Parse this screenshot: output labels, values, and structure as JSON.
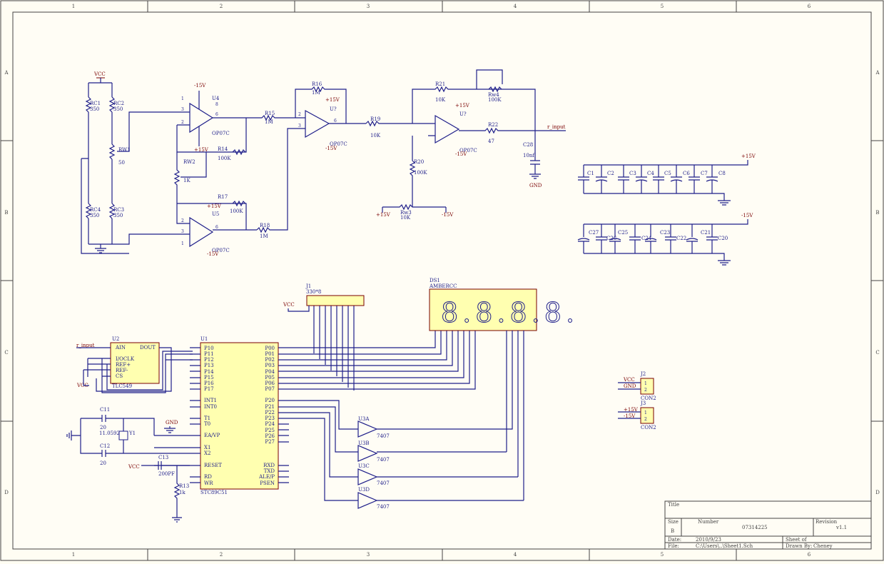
{
  "border": {
    "cols": [
      "1",
      "2",
      "3",
      "4",
      "5",
      "6"
    ],
    "rows": [
      "A",
      "B",
      "C",
      "D"
    ]
  },
  "power": {
    "vcc": "VCC",
    "gnd": "GND",
    "p15": "+15V",
    "m15": "-15V"
  },
  "bridge": {
    "rc1": "RC1",
    "rc2": "RC2",
    "rc3": "RC3",
    "rc4": "RC4",
    "val350": "350",
    "rw1": "RW1",
    "rw1v": "50"
  },
  "amps": {
    "u4": "U4",
    "u5": "U5",
    "u7a": "U?",
    "u7b": "U?",
    "opa": "OP07C",
    "r14": "R14",
    "r14v": "100K",
    "r15": "R15",
    "r15v": "1M",
    "r16": "R16",
    "r16v": "1M",
    "r17": "R17",
    "r17v": "100K",
    "r18": "R18",
    "r18v": "1M",
    "r19": "R19",
    "r19v": "10K",
    "r20": "R20",
    "r20v": "100K",
    "r21": "R21",
    "r21v": "10K",
    "r22": "R22",
    "r22v": "47",
    "rw2": "RW2",
    "rw2v": "1K",
    "rw3": "Rw3",
    "rw3v": "10K",
    "rw4": "Rw4",
    "rw4v": "100K",
    "c28": "C28",
    "c28v": "10nf",
    "rinput": "r_input"
  },
  "caps_top": [
    "C1",
    "C2",
    "C3",
    "C4",
    "C5",
    "C6",
    "C7",
    "C8"
  ],
  "caps_bot": [
    "C27",
    "C26",
    "C25",
    "C24",
    "C23",
    "C22",
    "C21",
    "C20"
  ],
  "adc": {
    "ref": "U2",
    "part": "TLC549",
    "pins": [
      "AIN",
      "I/OCLK",
      "REF+",
      "REF-",
      "CS",
      "DOUT"
    ]
  },
  "mcu": {
    "ref": "U1",
    "part": "STC89C51",
    "left": [
      "P10",
      "P11",
      "P12",
      "P13",
      "P14",
      "P15",
      "P16",
      "P17",
      "INT1",
      "INT0",
      "T1",
      "T0",
      "EA/VP",
      "X1",
      "X2",
      "RESET",
      "RD",
      "WR"
    ],
    "right": [
      "P00",
      "P01",
      "P02",
      "P03",
      "P04",
      "P05",
      "P06",
      "P07",
      "P20",
      "P21",
      "P22",
      "P23",
      "P24",
      "P25",
      "P26",
      "P27",
      "RXD",
      "TXD",
      "ALE/P",
      "PSEN"
    ]
  },
  "rpack": {
    "ref": "J1",
    "val": "330*8"
  },
  "display": {
    "ref": "DS1",
    "part": "AMBERCC",
    "digits": "8.8.8.8."
  },
  "buffers": {
    "refs": [
      "U3A",
      "U3B",
      "U3C",
      "U3D"
    ],
    "part": "7407"
  },
  "crystal": {
    "c11": "C11",
    "c12": "C12",
    "cv": "20",
    "y": "Y1",
    "freq": "11.0592",
    "c13": "C13",
    "c13v": "200PF",
    "r13": "R13",
    "r13v": "1k"
  },
  "conn": {
    "j2": "J2",
    "j3": "J3",
    "con": "CON2",
    "j2a": "VCC",
    "j2b": "GND",
    "j3a": "+15V",
    "j3b": "-15V"
  },
  "title_block": {
    "title_label": "Title",
    "size_label": "Size",
    "size": "B",
    "number_label": "Number",
    "number": "07314225",
    "revision_label": "Revision",
    "revision": "v1.1",
    "date_label": "Date:",
    "date": "2010/9/23",
    "file_label": "File:",
    "file": "C:\\Users\\..\\Sheet1.Sch",
    "sheet_label": "Sheet   of",
    "drawn_label": "Drawn By:",
    "drawn": "Cheney"
  }
}
